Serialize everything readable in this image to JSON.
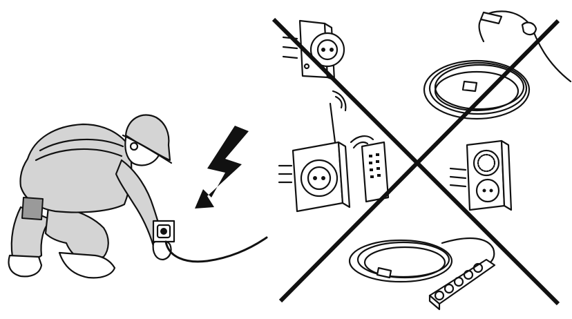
{
  "illustration": {
    "left_scene": {
      "person": "kneeling-worker-with-hard-hat",
      "action": "plugging-cable-into-wall-socket",
      "hazard_icon": "lightning-bolt-icon"
    },
    "right_scene": {
      "prohibition_mark": "large-x-cross",
      "prohibited_items": [
        "plug-adapter-icon",
        "extension-cord-reel-icon",
        "wireless-remote-socket-icon",
        "remote-control-icon",
        "timer-socket-icon",
        "power-strip-with-cord-icon"
      ]
    },
    "colors": {
      "ink": "#111111",
      "fill": "#d4d4d4",
      "background": "#ffffff"
    }
  }
}
